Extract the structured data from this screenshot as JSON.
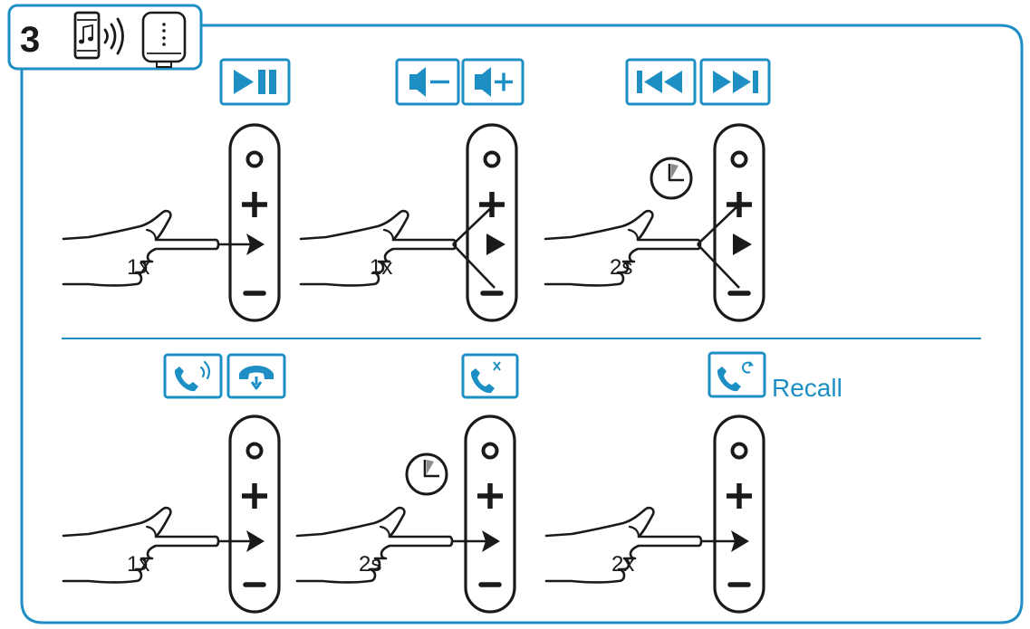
{
  "step": {
    "number": "3"
  },
  "colors": {
    "accent": "#1e8fc4",
    "ink": "#1a1a1a",
    "paper": "#ffffff",
    "clock_mark": "#8c8c8c"
  },
  "header_icons": [
    "phone-music-icon",
    "sound-waves-icon",
    "speaker-icon"
  ],
  "panels": [
    {
      "id": "play-pause",
      "icons": [
        "play-pause-icon"
      ],
      "press": "1x",
      "target": "play",
      "lines": "single",
      "clock": false,
      "caption": ""
    },
    {
      "id": "volume",
      "icons": [
        "volume-down-icon",
        "volume-up-icon"
      ],
      "press": "1x",
      "target": "plus-minus",
      "lines": "fork",
      "clock": false,
      "caption": ""
    },
    {
      "id": "track",
      "icons": [
        "previous-track-icon",
        "next-track-icon"
      ],
      "press": "2s",
      "target": "plus-minus",
      "lines": "fork",
      "clock": true,
      "caption": ""
    },
    {
      "id": "answer-end",
      "icons": [
        "answer-call-icon",
        "end-call-icon"
      ],
      "press": "1x",
      "target": "play",
      "lines": "single",
      "clock": false,
      "caption": ""
    },
    {
      "id": "reject",
      "icons": [
        "reject-call-icon"
      ],
      "press": "2s",
      "target": "play",
      "lines": "single",
      "clock": true,
      "caption": ""
    },
    {
      "id": "recall",
      "icons": [
        "recall-icon"
      ],
      "press": "2x",
      "target": "play",
      "lines": "single",
      "clock": false,
      "caption": "Recall"
    }
  ]
}
